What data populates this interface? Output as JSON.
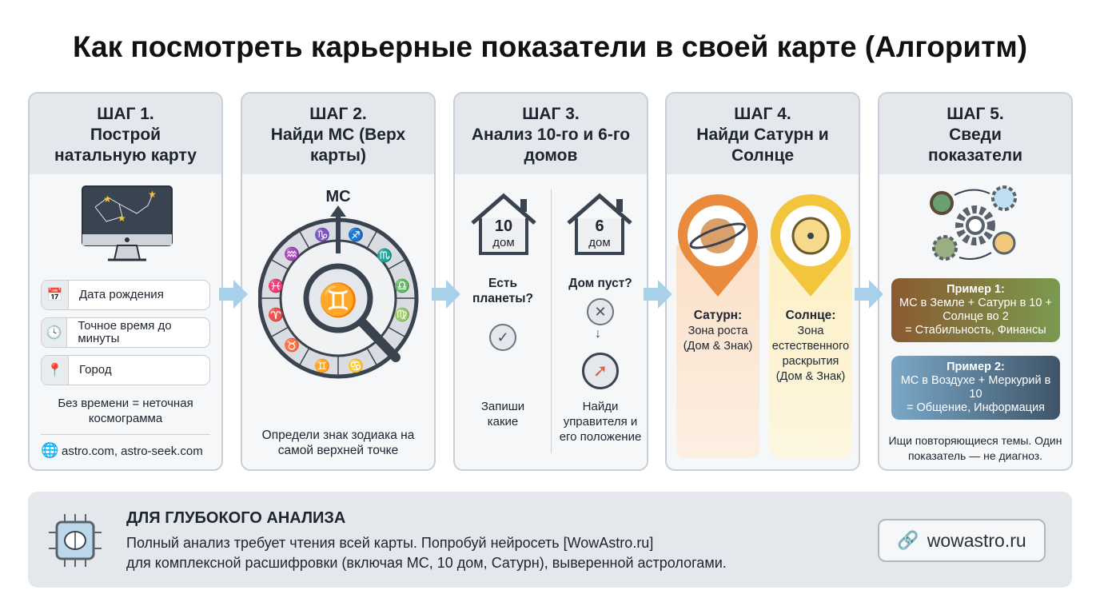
{
  "title": "Как посмотреть карьерные показатели в своей карте (Алгоритм)",
  "steps": [
    {
      "label": "ШАГ 1.",
      "title": "Построй натальную карту",
      "fields": [
        {
          "icon": "calendar-icon",
          "label": "Дата рождения"
        },
        {
          "icon": "clock-icon",
          "label": "Точное время до минуты"
        },
        {
          "icon": "location-pin-icon",
          "label": "Город"
        }
      ],
      "note": "Без времени = неточная космограмма",
      "sites": "astro.com, astro-seek.com"
    },
    {
      "label": "ШАГ 2.",
      "title": "Найди МС (Верх карты)",
      "mc_label": "МС",
      "note": "Определи знак зодиака на самой верхней точке"
    },
    {
      "label": "ШАГ 3.",
      "title": "Анализ 10-го и 6-го домов",
      "house10": {
        "number": "10",
        "word": "дом",
        "question": "Есть планеты?",
        "action": "Запиши какие"
      },
      "house6": {
        "number": "6",
        "word": "дом",
        "question": "Дом пуст?",
        "action": "Найди управителя и его положение"
      }
    },
    {
      "label": "ШАГ 4.",
      "title": "Найди Сатурн и Солнце",
      "saturn": {
        "name": "Сатурн:",
        "desc": "Зона роста (Дом & Знак)"
      },
      "sun": {
        "name": "Солнце:",
        "desc": "Зона естественного раскрытия (Дом & Знак)"
      }
    },
    {
      "label": "ШАГ 5.",
      "title": "Сведи показатели",
      "example1": {
        "title": "Пример 1:",
        "text": "МС в Земле + Сатурн в 10 + Солнце во 2",
        "result": "= Стабильность, Финансы"
      },
      "example2": {
        "title": "Пример 2:",
        "text": "МС в Воздухе + Меркурий в 10",
        "result": "= Общение, Информация"
      },
      "note": "Ищи повторяющиеся темы. Один показатель — не диагноз."
    }
  ],
  "bottom": {
    "heading": "ДЛЯ ГЛУБОКОГО АНАЛИЗА",
    "line1": "Полный анализ требует чтения всей карты. Попробуй нейросеть [WowAstro.ru]",
    "line2": "для комплексной расшифровки (включая МС, 10 дом, Сатурн), выверенной астрологами.",
    "link": "wowastro.ru"
  },
  "colors": {
    "arrow": "#a9d0ea",
    "header": "#e4e7eb",
    "saturn": "#e98a3c",
    "sun": "#f2c53d",
    "example1": "#8a6a3c",
    "example2": "#5f89a8"
  }
}
